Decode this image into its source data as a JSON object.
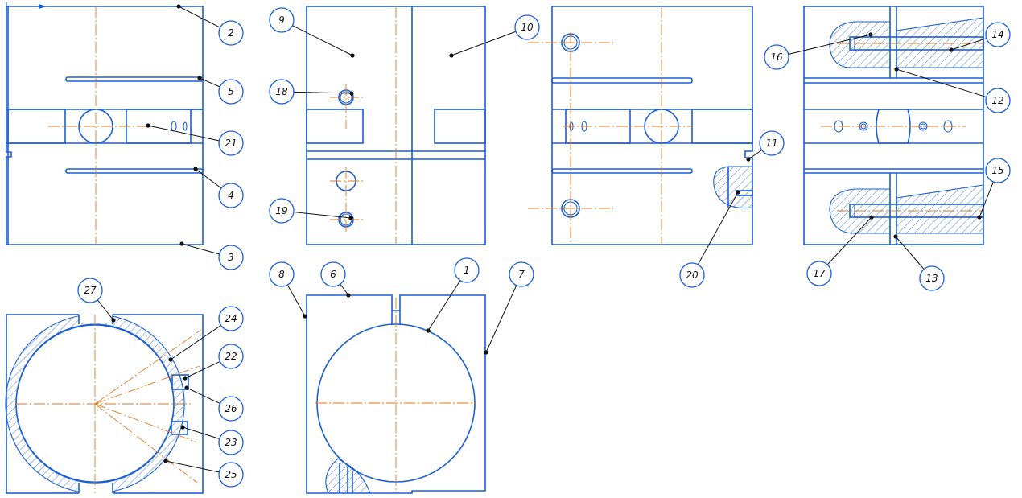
{
  "colors": {
    "contour": "#1a5fd6",
    "axis": "#e07a1c",
    "leader": "#111111"
  },
  "callouts": [
    {
      "label": "2"
    },
    {
      "label": "5"
    },
    {
      "label": "21"
    },
    {
      "label": "4"
    },
    {
      "label": "3"
    },
    {
      "label": "9"
    },
    {
      "label": "10"
    },
    {
      "label": "18"
    },
    {
      "label": "19"
    },
    {
      "label": "11"
    },
    {
      "label": "20"
    },
    {
      "label": "16"
    },
    {
      "label": "14"
    },
    {
      "label": "12"
    },
    {
      "label": "15"
    },
    {
      "label": "17"
    },
    {
      "label": "13"
    },
    {
      "label": "27"
    },
    {
      "label": "24"
    },
    {
      "label": "22"
    },
    {
      "label": "26"
    },
    {
      "label": "23"
    },
    {
      "label": "25"
    },
    {
      "label": "8"
    },
    {
      "label": "6"
    },
    {
      "label": "1"
    },
    {
      "label": "7"
    }
  ]
}
